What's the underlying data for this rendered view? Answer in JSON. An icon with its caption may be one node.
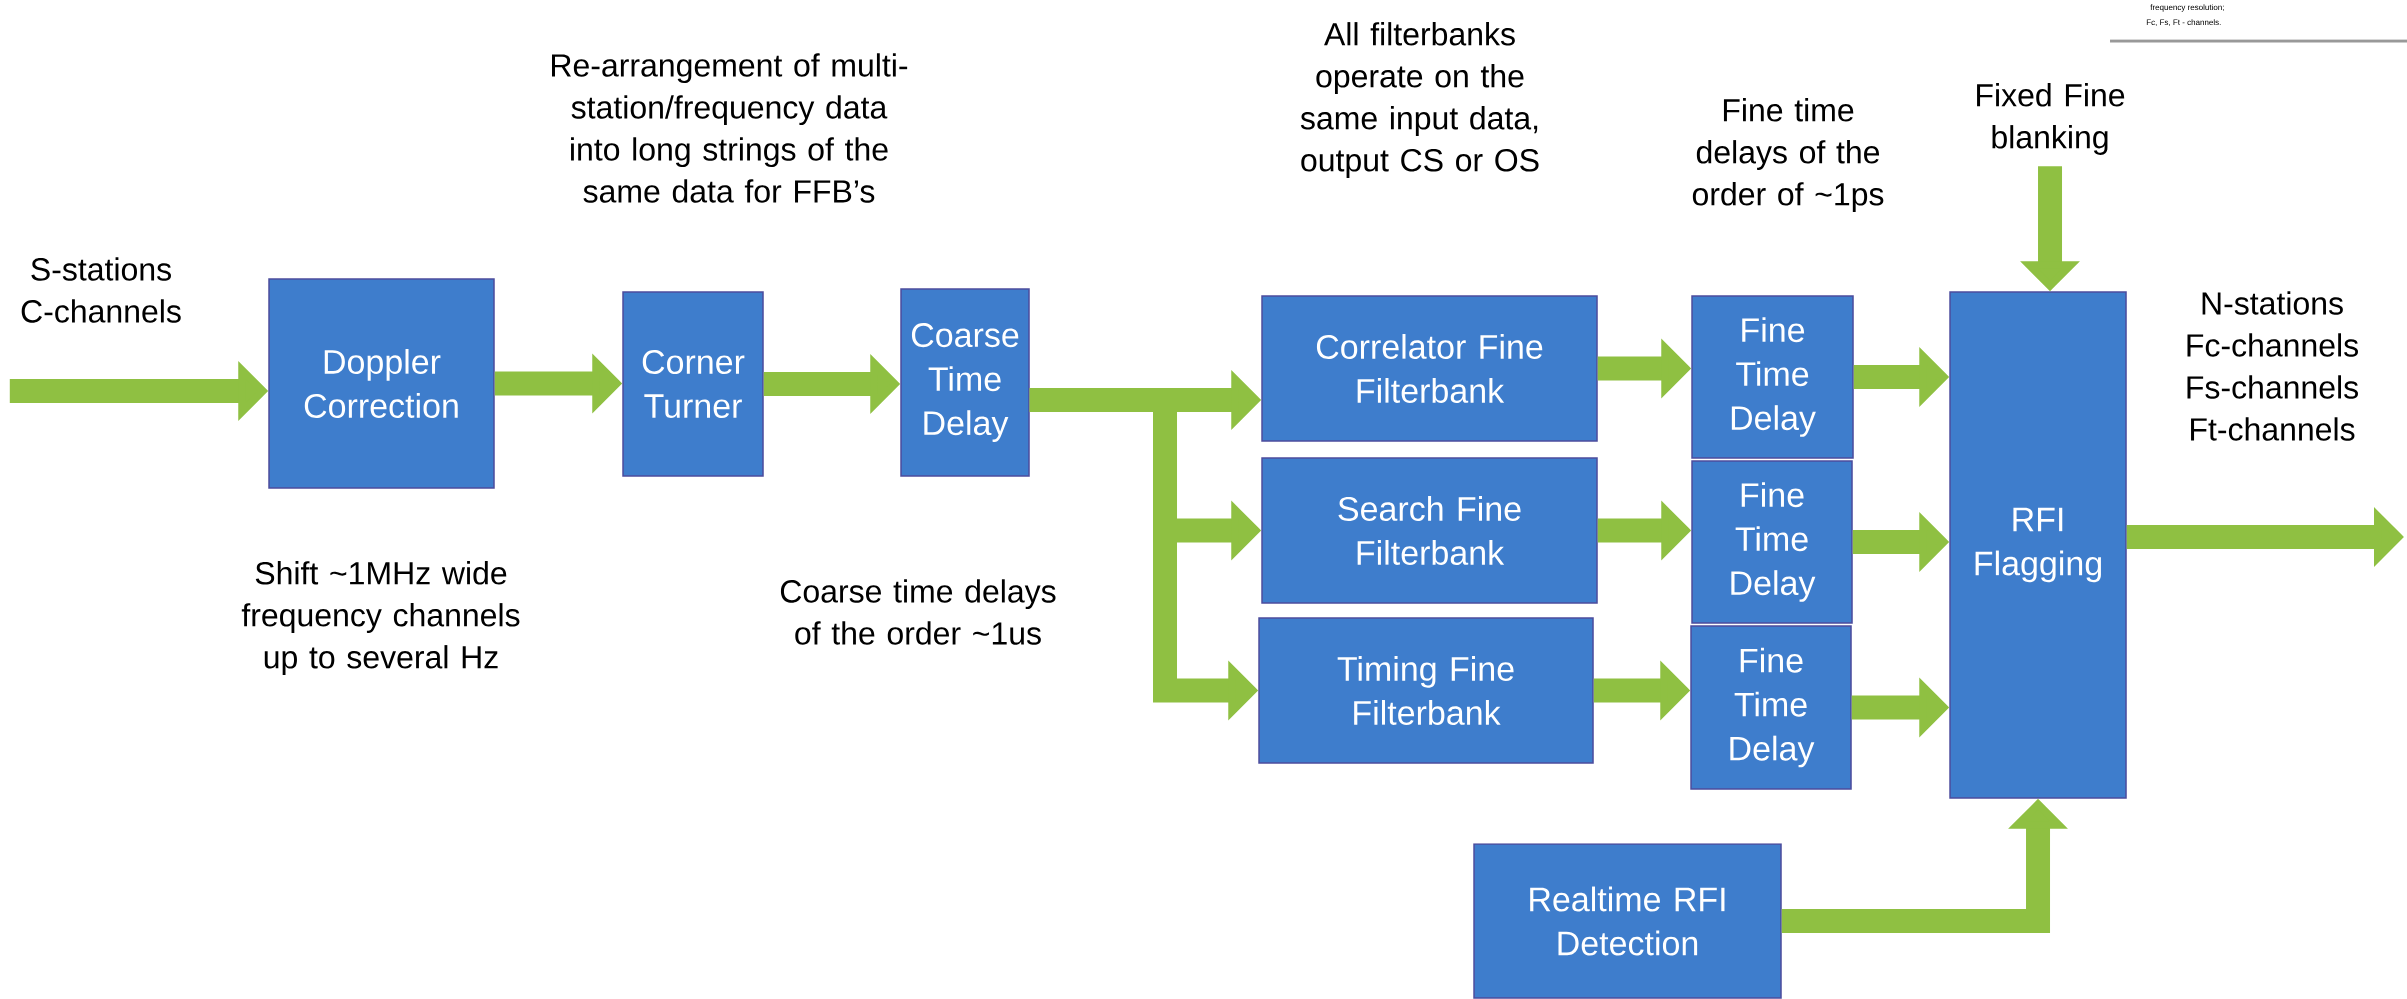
{
  "diagram": {
    "nodes": [
      {
        "text": [
          "S-stations C-channels"
        ]
      },
      {
        "text": [
          "Doppler Correction"
        ],
        "beside": [
          "Shift ~1MHz wide frequency channels up to several Hz"
        ]
      },
      {
        "text": [
          "Corner Turner"
        ],
        "beside": [
          "Re-arrangement of multi-station/frequency data into long strings of the same data for FFB’s"
        ]
      },
      {
        "text": [
          "Coarse Time Delay"
        ],
        "beside": [
          "Coarse time delays of the order ~1us"
        ]
      },
      {
        "text": [
          "Correlator Fine Filterbank"
        ]
      },
      {
        "text": [
          "Search Fine Filterbank"
        ]
      },
      {
        "text": [
          "Timing Fine Filterbank"
        ]
      },
      {
        "text": [
          "Fine Time Delay"
        ],
        "beside": [
          "Fine time delays of the order of ~1ps"
        ]
      },
      {
        "text": [
          "Fine Time Delay"
        ]
      },
      {
        "text": [
          "Fine Time Delay"
        ]
      },
      {
        "text": [
          "Fixed Fine blanking"
        ]
      },
      {
        "text": [
          "RFI Flagging"
        ]
      },
      {
        "text": [
          "Realtime RFI Detection"
        ]
      }
    ],
    "edges": [
      {
        "from": 0,
        "to": 1,
        "arrow": "to"
      },
      {
        "from": 1,
        "to": 2,
        "arrow": "to"
      },
      {
        "from": 2,
        "to": 3,
        "arrow": "to"
      },
      {
        "from": 3,
        "to": 4,
        "arrow": "to"
      },
      {
        "from": 3,
        "to": 5,
        "arrow": "to"
      },
      {
        "from": 3,
        "to": 6,
        "arrow": "to"
      },
      {
        "from": 4,
        "to": 7,
        "arrow": "to"
      },
      {
        "from": 5,
        "to": 8,
        "arrow": "to"
      },
      {
        "from": 6,
        "to": 9,
        "arrow": "to"
      },
      {
        "from": 7,
        "to": 11,
        "arrow": "to"
      },
      {
        "from": 8,
        "to": 11,
        "arrow": "to"
      },
      {
        "from": 9,
        "to": 11,
        "arrow": "to"
      },
      {
        "from": 10,
        "to": 11,
        "arrow": "to"
      },
      {
        "from": 12,
        "to": 11,
        "arrow": "to"
      },
      {
        "from": 11,
        "to": null,
        "arrow": "to"
      }
    ],
    "labels": [
      "frequency resolution;",
      "Fc, Fs, Ft - channels.",
      "All filterbanks operate on the same input data, output CS or OS",
      "N-stations Fc-channels Fs-channels Ft-channels"
    ]
  }
}
